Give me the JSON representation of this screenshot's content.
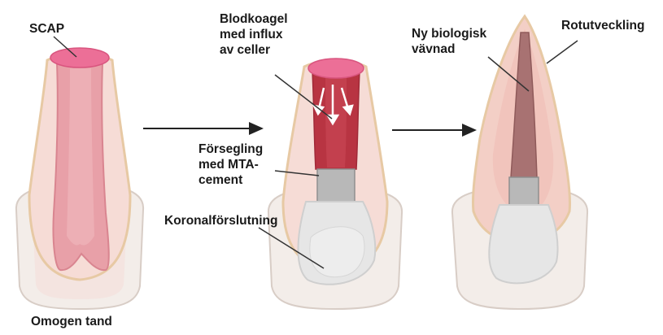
{
  "labels": {
    "scap": "SCAP",
    "omogen_tand": "Omogen tand",
    "blodkoagel": "Blodkoagel\nmed influx\nav celler",
    "forsegling": "Försegling\nmed MTA-\ncement",
    "koronal": "Koronalförslutning",
    "ny_biologisk": "Ny biologisk\nvävnad",
    "rotutveckling": "Rotutveckling"
  },
  "colors": {
    "tooth_outer": "#f6dcd6",
    "tooth_outline": "#e7c9a4",
    "crown": "#f3ede9",
    "crown_outline": "#d8cdc6",
    "pulp": "#e8a0a8",
    "pulp_dark": "#b83442",
    "scap": "#ec6f97",
    "mta": "#b8b8b8",
    "filling": "#e6e6e6",
    "new_tissue": "#a87272",
    "arrow": "#222222"
  }
}
